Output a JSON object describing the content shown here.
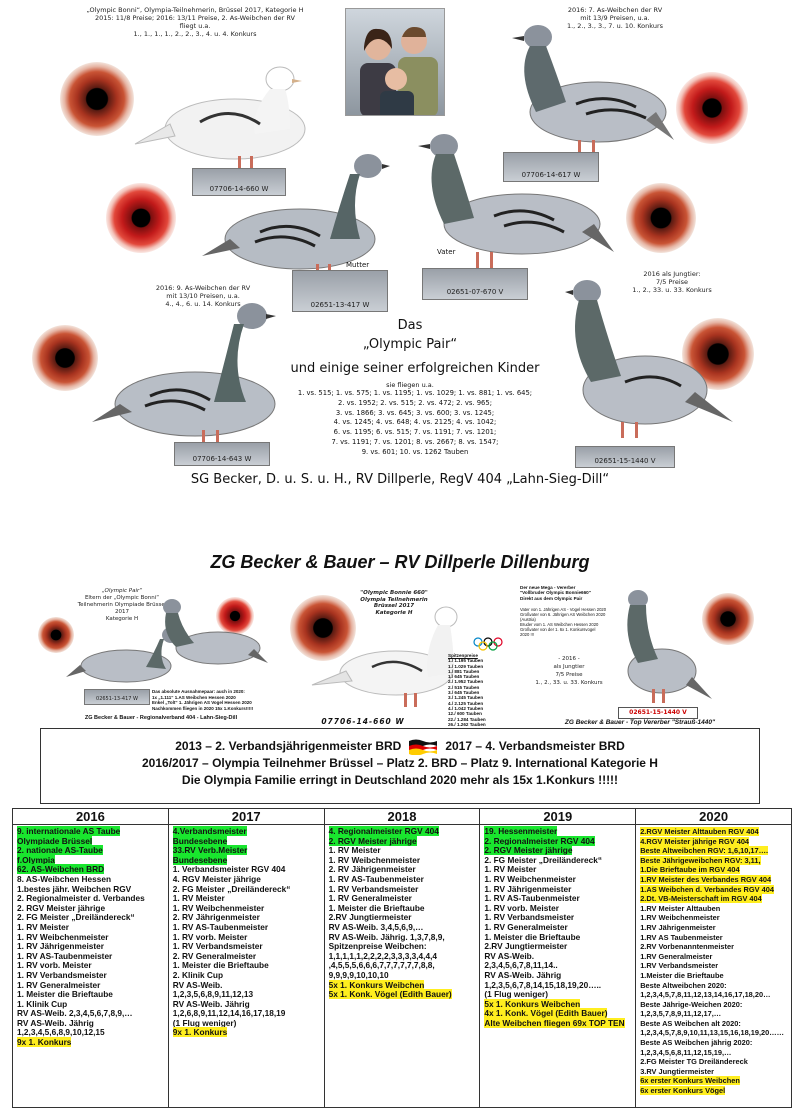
{
  "top": {
    "captions": {
      "topleft": [
        "„Olympic Bonni“, Olympia-Teilnehmerin, Brüssel 2017, Kategorie H",
        "2015: 11/8 Preise; 2016: 13/11 Preise, 2. As-Weibchen der RV",
        "fliegt u.a.",
        "1., 1., 1., 1., 2., 2., 3., 4. u. 4. Konkurs"
      ],
      "topright": [
        "2016: 7. As-Weibchen der RV",
        "mit 13/9 Preisen, u.a.",
        "1., 2., 3., 3., 7. u. 10. Konkurs"
      ],
      "midleft": [
        "2016: 9. As-Weibchen der RV",
        "mit 13/10 Preisen, u.a.",
        "4., 4., 6. u. 14. Konkurs"
      ],
      "midright": [
        "2016 als Jungtier:",
        "7/5 Preise",
        "1., 2., 33. u. 33. Konkurs"
      ]
    },
    "plates": {
      "p1": "07706-14-660 W",
      "p2": "07706-14-617 W",
      "p3": "02651-13-417 W",
      "p4": "02651-07-670 V",
      "p5": "07706-14-643 W",
      "p6": "02651-15-1440 V"
    },
    "labels": {
      "mutter": "Mutter",
      "vater": "Vater"
    },
    "heading": {
      "das": "Das",
      "olympic_pair": "„Olympic Pair“",
      "subtitle": "und einige seiner erfolgreichen Kinder",
      "fly": "sie fliegen u.a.",
      "results": [
        "1. vs. 515; 1. vs. 575; 1. vs. 1195; 1. vs. 1029; 1. vs. 881; 1. vs. 645;",
        "2. vs. 1952; 2. vs. 515; 2. vs. 472; 2. vs. 965;",
        "3. vs. 1866; 3. vs. 645; 3. vs. 600; 3. vs. 1245;",
        "4. vs. 1245; 4. vs. 648; 4. vs. 2125; 4. vs. 1042;",
        "6. vs. 1195; 6. vs. 515; 7. vs. 1191; 7. vs. 1201;",
        "7. vs. 1191; 7. vs. 1201; 8. vs. 2667; 8. vs. 1547;",
        "9. vs. 601; 10. vs. 1262 Tauben"
      ],
      "owner": "SG Becker, D. u. S. u. H., RV Dillperle, RegV 404 „Lahn-Sieg-Dill“"
    }
  },
  "middle": {
    "title": "ZG Becker & Bauer – RV Dillperle Dillenburg",
    "left_caption": [
      "„Olympic Pair“",
      "Eltern der „Olympic Bonni“",
      "Teilnehmerin Olympiade Brüssel 2017",
      "Kategorie H"
    ],
    "left_plate": "02651-13-417 W",
    "left_note": [
      "Das absolute Ausnahmepaar: auch in 2020:",
      "1x „1.111“ 1.AS Weibchen Hessen 2020",
      "Enkel „Tolt“ 1. Jährigen AS Vogel Hessen 2020",
      "Nachkommen fliegen in 2020 15x 1.Konkurs!!!!!"
    ],
    "left_footer": "ZG Becker & Bauer - Regionalverband 404 - Lahn-Sieg-Dill",
    "center_caption": [
      "\"Olympic Bonnie 660\"",
      "Olympia Teilnehmerin",
      "Brüssel 2017",
      "Kategorie H"
    ],
    "center_plate": "07706-14-660 W",
    "spitzen_title": "Spitzenpreise",
    "spitzen": [
      "1./ 1.195 Tauben",
      "1./ 1.029 Tauben",
      "1./ 881 Tauben",
      "1./ 645 Tauben",
      "2./ 1.952 Tauben",
      "2./ 515 Tauben",
      "3./ 645 Tauben",
      "3./ 1.245 Tauben",
      "4./ 2.125 Tauben",
      "4./ 1.042 Tauben",
      "12./ 600 Tauben",
      "22./ 1.284 Tauben",
      "26./ 1.262 Tauben"
    ],
    "right_caption": [
      "Der neue Mega - Vererber",
      "\"Vollbruder Olympic Bonnie660\"",
      "Direkt aus dem Olympic Pair"
    ],
    "right_note": [
      "Vater von 1. Jährigen AS - Vogel Hessen 2020",
      "Großvater von 6. Jährigen AS Weibchen 2020",
      "(Austria)",
      "Bruder vom 1. AS Weibchen Hessen 2020",
      "Großvater von der 1. 6x 1. Konkursvogel",
      "2020 !!!"
    ],
    "right_year": "- 2016 -",
    "right_jung": "als Jungtier",
    "right_preise": "7/5 Preise",
    "right_konk": "1., 2., 33. u. 33. Konkurs",
    "right_plate": "02651-15-1440 V",
    "right_footer": "ZG Becker & Bauer - Top Vererber \"Strauß-1440\""
  },
  "banner": {
    "line1a": "2013 – 2. Verbandsjährigenmeister BRD",
    "line1b": "2017 – 4. Verbandsmeister BRD",
    "line2": "2016/2017 – Olympia Teilnehmer Brüssel – Platz 2. BRD – Platz 9. International Kategorie H",
    "line3": "Die Olympia Familie erringt in Deutschland 2020 mehr als 15x 1.Konkurs !!!!!"
  },
  "table": {
    "columns": [
      {
        "year": "2016",
        "items": [
          {
            "t": "9. internationale AS Taube",
            "h": "g"
          },
          {
            "t": "Olympiade Brüssel",
            "h": "g"
          },
          {
            "t": "2. nationale AS-Taube",
            "h": "g"
          },
          {
            "t": "f.Olympia",
            "h": "g"
          },
          {
            "t": "62. AS-Weibchen BRD",
            "h": "g"
          },
          {
            "t": "8. AS-Weibchen Hessen",
            "h": ""
          },
          {
            "t": "1.bestes jähr. Weibchen RGV",
            "h": ""
          },
          {
            "t": "2. Regionalmeister d. Verbandes",
            "h": ""
          },
          {
            "t": "2. RGV Meister jährige",
            "h": ""
          },
          {
            "t": "2. FG Meister „Dreiländereck“",
            "h": ""
          },
          {
            "t": "1. RV Meister",
            "h": ""
          },
          {
            "t": "1. RV Weibchenmeister",
            "h": ""
          },
          {
            "t": "1. RV Jährigenmeister",
            "h": ""
          },
          {
            "t": "1. RV AS-Taubenmeister",
            "h": ""
          },
          {
            "t": "1. RV vorb. Meister",
            "h": ""
          },
          {
            "t": "1. RV Verbandsmeister",
            "h": ""
          },
          {
            "t": "1. RV Generalmeister",
            "h": ""
          },
          {
            "t": "1. Meister die Brieftaube",
            "h": ""
          },
          {
            "t": "1. Klinik Cup",
            "h": ""
          },
          {
            "t": "RV AS-Weib. 2,3,4,5,6,7,8,9,…",
            "h": ""
          },
          {
            "t": "RV AS-Weib. Jährig",
            "h": ""
          },
          {
            "t": "1,2,3,4,5,6,8,9,10,12,15",
            "h": ""
          },
          {
            "t": "9x 1. Konkurs",
            "h": "y"
          }
        ]
      },
      {
        "year": "2017",
        "items": [
          {
            "t": "4.Verbandsmeister",
            "h": "g"
          },
          {
            "t": "Bundesebene",
            "h": "g"
          },
          {
            "t": "33.RV Verb.Meister",
            "h": "g"
          },
          {
            "t": "Bundesebene",
            "h": "g"
          },
          {
            "t": "1. Verbandsmeister RGV 404",
            "h": ""
          },
          {
            "t": "4. RGV Meister jährige",
            "h": ""
          },
          {
            "t": "2. FG Meister „Dreiländereck“",
            "h": ""
          },
          {
            "t": "1. RV Meister",
            "h": ""
          },
          {
            "t": "1. RV Weibchenmeister",
            "h": ""
          },
          {
            "t": "2. RV Jährigenmeister",
            "h": ""
          },
          {
            "t": "1. RV AS-Taubenmeister",
            "h": ""
          },
          {
            "t": "1. RV vorb. Meister",
            "h": ""
          },
          {
            "t": "1. RV Verbandsmeister",
            "h": ""
          },
          {
            "t": "2. RV Generalmeister",
            "h": ""
          },
          {
            "t": "1. Meister die Brieftaube",
            "h": ""
          },
          {
            "t": "2. Klinik Cup",
            "h": ""
          },
          {
            "t": "RV AS-Weib.",
            "h": ""
          },
          {
            "t": "1,2,3,5,6,8,9,11,12,13",
            "h": ""
          },
          {
            "t": "RV AS-Weib. Jährig",
            "h": ""
          },
          {
            "t": "1,2,6,8,9,11,12,14,16,17,18,19",
            "h": ""
          },
          {
            "t": "(1 Flug weniger)",
            "h": ""
          },
          {
            "t": "9x 1. Konkurs",
            "h": "y"
          }
        ]
      },
      {
        "year": "2018",
        "items": [
          {
            "t": "4. Regionalmeister RGV 404",
            "h": "g"
          },
          {
            "t": "2. RGV Meister jährige",
            "h": "g"
          },
          {
            "t": "1. RV Meister",
            "h": ""
          },
          {
            "t": "1. RV Weibchenmeister",
            "h": ""
          },
          {
            "t": "2. RV Jährigenmeister",
            "h": ""
          },
          {
            "t": "1. RV AS-Taubenmeister",
            "h": ""
          },
          {
            "t": "1. RV Verbandsmeister",
            "h": ""
          },
          {
            "t": "1. RV Generalmeister",
            "h": ""
          },
          {
            "t": "1. Meister die Brieftaube",
            "h": ""
          },
          {
            "t": "2.RV Jungtiermeister",
            "h": ""
          },
          {
            "t": "RV AS-Weib. 3,4,5,6,9,…",
            "h": ""
          },
          {
            "t": "RV AS-Weib. Jährig. 1,3,7,8,9,",
            "h": ""
          },
          {
            "t": "Spitzenpreise Weibchen:",
            "h": ""
          },
          {
            "t": "1,1,1,1,1,2,2,2,2,3,3,3,3,4,4,4",
            "h": ""
          },
          {
            "t": ",4,5,5,5,6,6,6,7,7,7,7,7,7,8,8,",
            "h": ""
          },
          {
            "t": "9,9,9,9,10,10,10",
            "h": ""
          },
          {
            "t": "5x 1. Konkurs Weibchen",
            "h": "y1"
          },
          {
            "t": "5x 1. Konk. Vögel (Edith Bauer)",
            "h": "y1"
          }
        ]
      },
      {
        "year": "2019",
        "items": [
          {
            "t": "19. Hessenmeister",
            "h": "g"
          },
          {
            "t": "2. Regionalmeister RGV 404",
            "h": "g"
          },
          {
            "t": "2. RGV Meister jährige",
            "h": "g"
          },
          {
            "t": "2. FG Meister „Dreiländereck“",
            "h": ""
          },
          {
            "t": "1. RV Meister",
            "h": ""
          },
          {
            "t": "1. RV Weibchenmeister",
            "h": ""
          },
          {
            "t": "1. RV Jährigenmeister",
            "h": ""
          },
          {
            "t": "1. RV AS-Taubenmeister",
            "h": ""
          },
          {
            "t": "1. RV vorb. Meister",
            "h": ""
          },
          {
            "t": "1. RV Verbandsmeister",
            "h": ""
          },
          {
            "t": "1. RV Generalmeister",
            "h": ""
          },
          {
            "t": "1. Meister die Brieftaube",
            "h": ""
          },
          {
            "t": "2.RV Jungtiermeister",
            "h": ""
          },
          {
            "t": "RV AS-Weib.",
            "h": ""
          },
          {
            "t": "2,3,4,5,6,7,8,11,14..",
            "h": ""
          },
          {
            "t": "RV AS-Weib. Jährig",
            "h": ""
          },
          {
            "t": "1,2,3,5,6,7,8,14,15,18,19,20…..",
            "h": ""
          },
          {
            "t": "(1 Flug weniger)",
            "h": ""
          },
          {
            "t": "5x 1. Konkurs Weibchen",
            "h": "y1"
          },
          {
            "t": "4x 1. Konk. Vögel (Edith Bauer)",
            "h": "y1"
          },
          {
            "t": "Alte Weibchen fliegen 69x TOP TEN",
            "h": "y"
          }
        ]
      },
      {
        "year": "2020",
        "items": [
          {
            "t": "2.RGV Meister Alttauben RGV 404",
            "h": "y"
          },
          {
            "t": "4.RGV Meister jährige RGV 404",
            "h": "y"
          },
          {
            "t": "Beste Altweibchen RGV: 1,6,10,17….",
            "h": "y"
          },
          {
            "t": "Beste Jährigeweibchen RGV: 3,11,",
            "h": "y"
          },
          {
            "t": "1.Die Brieftaube im RGV 404",
            "h": "y"
          },
          {
            "t": "1.RV Meister des Verbandes RGV 404",
            "h": "y"
          },
          {
            "t": "1.AS Weibchen d. Verbandes RGV 404",
            "h": "y"
          },
          {
            "t": "2.Dt. VB-Meisterschaft im RGV 404",
            "h": "y"
          },
          {
            "t": "1.RV Meister Alttauben",
            "h": ""
          },
          {
            "t": "1.RV Weibchenmeister",
            "h": ""
          },
          {
            "t": "1.RV Jährigenmeister",
            "h": ""
          },
          {
            "t": "1.RV AS Taubenmeister",
            "h": ""
          },
          {
            "t": "2.RV Vorbenanntenmeister",
            "h": ""
          },
          {
            "t": "1.RV Generalmeister",
            "h": ""
          },
          {
            "t": "1.RV Verbandsmeister",
            "h": ""
          },
          {
            "t": "1.Meister die Brieftaube",
            "h": ""
          },
          {
            "t": "Beste Altweibchen 2020:",
            "h": ""
          },
          {
            "t": "1,2,3,4,5,7,8,11,12,13,14,16,17,18,20…",
            "h": ""
          },
          {
            "t": "Beste Jährige-Weichen 2020:",
            "h": ""
          },
          {
            "t": "1,2,3,5,7,8,9,11,12,17,…",
            "h": ""
          },
          {
            "t": "Beste AS Weibchen alt 2020:",
            "h": ""
          },
          {
            "t": "1,2,3,4,5,7,8,9,10,11,13,15,16,18,19,20……",
            "h": ""
          },
          {
            "t": "Beste AS Weibchen jährig 2020:",
            "h": ""
          },
          {
            "t": "1,2,3,4,5,6,8,11,12,15,19,…",
            "h": ""
          },
          {
            "t": "2.FG Meister TG Dreiländereck",
            "h": ""
          },
          {
            "t": "3.RV Jungtiermeister",
            "h": ""
          },
          {
            "t": "6x erster Konkurs Weibchen",
            "h": "y"
          },
          {
            "t": "6x erster Konkurs Vögel",
            "h": "y"
          }
        ]
      }
    ]
  }
}
